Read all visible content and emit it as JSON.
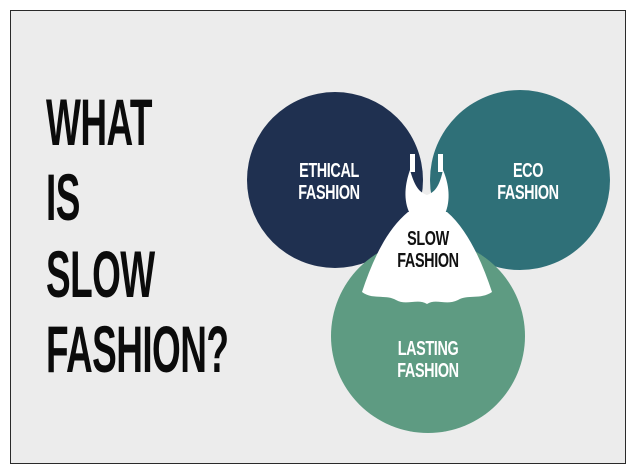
{
  "title_lines": [
    "WHAT",
    "IS",
    "SLOW",
    "FASHION?"
  ],
  "circles": [
    {
      "id": "ethical",
      "lines": [
        "ETHICAL",
        "FASHION"
      ],
      "color": "#1f3050"
    },
    {
      "id": "eco",
      "lines": [
        "ECO",
        "FASHION"
      ],
      "color": "#2f7078"
    },
    {
      "id": "lasting",
      "lines": [
        "LASTING",
        "FASHION"
      ],
      "color": "#5e9b82"
    }
  ],
  "center": {
    "lines": [
      "SLOW",
      "FASHION"
    ],
    "shape": "dress-icon",
    "color": "#ffffff"
  },
  "colors": {
    "background": "#ececec",
    "title": "#0b0b0b",
    "label_light": "#ffffff",
    "label_dark": "#111111"
  }
}
